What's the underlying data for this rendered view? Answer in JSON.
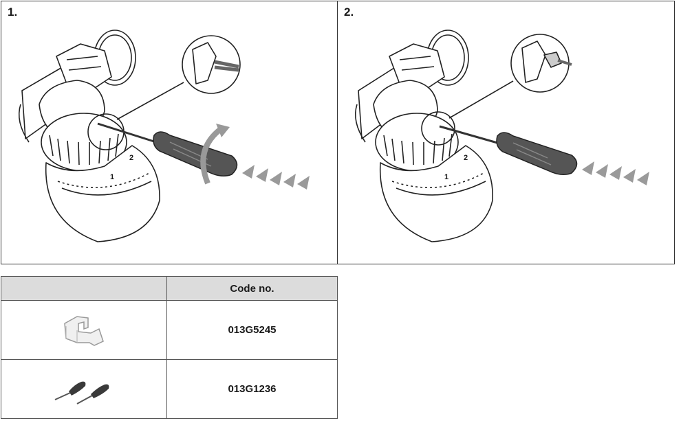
{
  "steps": [
    {
      "label": "1."
    },
    {
      "label": "2."
    }
  ],
  "table": {
    "header": [
      "",
      "Code no."
    ],
    "rows": [
      {
        "image": "clip-part-icon",
        "code": "013G5245"
      },
      {
        "image": "screwdriver-set-icon",
        "code": "013G1236"
      }
    ]
  },
  "dial_marks": [
    "1",
    "2"
  ],
  "colors": {
    "handle": "#555555",
    "outline": "#222222",
    "arrow": "#9a9a9a"
  }
}
